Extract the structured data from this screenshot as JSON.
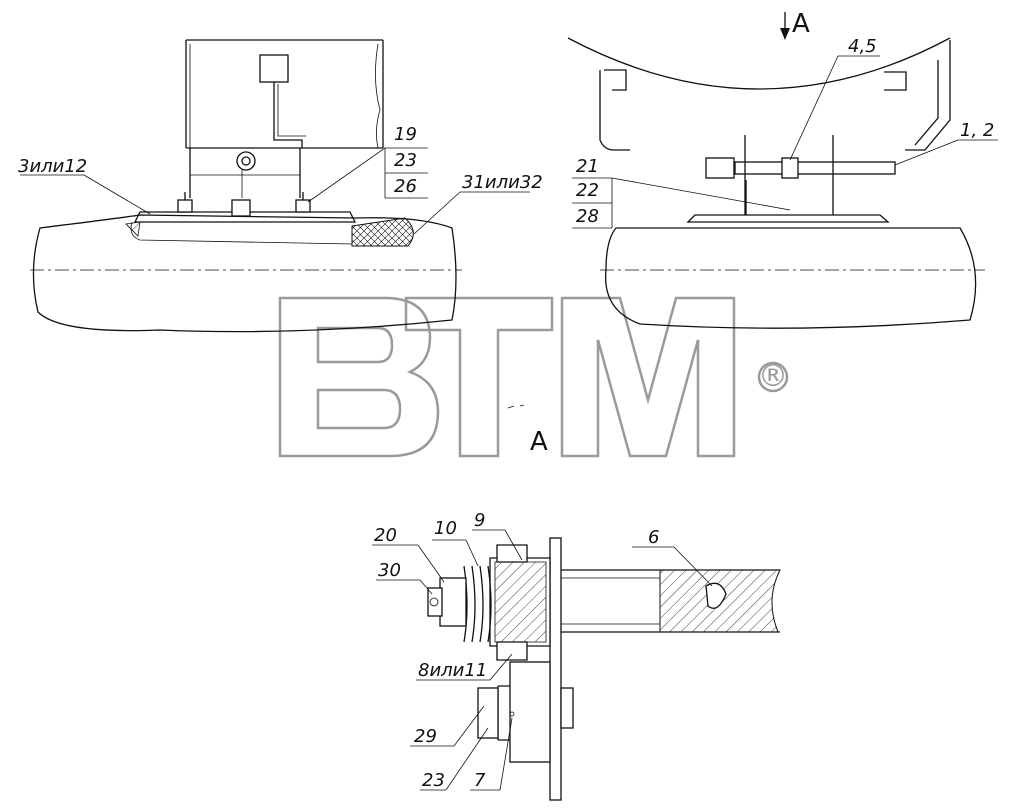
{
  "view_marker": "A",
  "view_label": "A",
  "watermark": {
    "brand": "BTM",
    "registered": "®"
  },
  "callouts_left": {
    "c3or12": "3или12",
    "c19": "19",
    "c23": "23",
    "c26": "26",
    "c31or32": "31или32"
  },
  "callouts_right": {
    "c4_5": "4,5",
    "c1_2": "1, 2",
    "c21": "21",
    "c22": "22",
    "c28": "28"
  },
  "callouts_bottom": {
    "c20": "20",
    "c10": "10",
    "c9": "9",
    "c6": "6",
    "c30": "30",
    "c8or11": "8или11",
    "c29": "29",
    "c23": "23",
    "c7": "7"
  }
}
